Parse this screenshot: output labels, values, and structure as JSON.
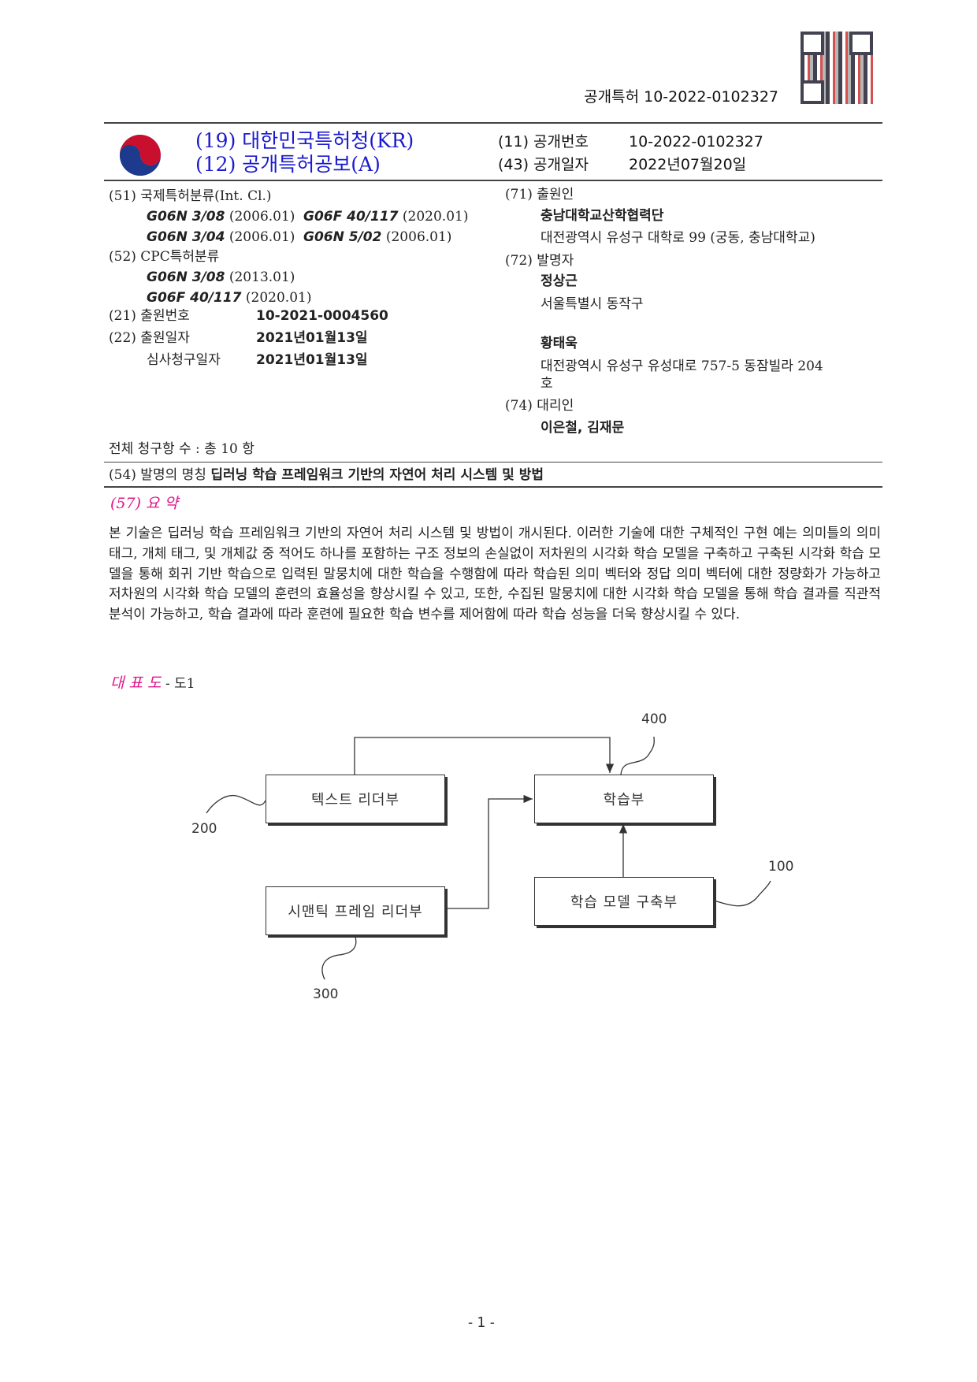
{
  "header": {
    "doc_id": "공개특허  10-2022-0102327"
  },
  "title_block": {
    "office": "(19) 대한민국특허청(KR)",
    "kind": "(12) 공개특허공보(A)",
    "pub_no_label": "(11) 공개번호",
    "pub_no": "10-2022-0102327",
    "pub_date_label": "(43) 공개일자",
    "pub_date": "2022년07월20일"
  },
  "left": {
    "ipc_label": "(51) 국제특허분류(Int. Cl.)",
    "ipc": [
      {
        "code": "G06N 3/08",
        "ver": "(2006.01)"
      },
      {
        "code": "G06F 40/117",
        "ver": "(2020.01)"
      },
      {
        "code": "G06N 3/04",
        "ver": "(2006.01)"
      },
      {
        "code": "G06N 5/02",
        "ver": "(2006.01)"
      }
    ],
    "cpc_label": "(52) CPC특허분류",
    "cpc": [
      {
        "code": "G06N 3/08",
        "ver": "(2013.01)"
      },
      {
        "code": "G06F 40/117",
        "ver": "(2020.01)"
      }
    ],
    "app_no_label": "(21) 출원번호",
    "app_no": "10-2021-0004560",
    "app_date_label": "(22) 출원일자",
    "app_date": "2021년01월13일",
    "exam_label": "심사청구일자",
    "exam_date": "2021년01월13일"
  },
  "right": {
    "applicant_label": "(71) 출원인",
    "applicant": "충남대학교산학협력단",
    "applicant_addr": "대전광역시 유성구 대학로 99 (궁동, 충남대학교)",
    "inventor_label": "(72) 발명자",
    "inventors": [
      {
        "name": "정상근",
        "addr": "서울특별시 동작구"
      },
      {
        "name": "황태욱",
        "addr": "대전광역시 유성구 유성대로 757-5 동잠빌라 204",
        "addr2": "호"
      }
    ],
    "agent_label": "(74) 대리인",
    "agents": "이은철, 김재문"
  },
  "claims": "전체 청구항 수 : 총 10 항",
  "invention": {
    "label": "(54) 발명의 명칭",
    "title": "딥러닝 학습 프레임워크 기반의 자연어 처리 시스템 및 방법"
  },
  "abstract": {
    "label": "(57) 요 약",
    "text": "본 기술은 딥러닝 학습 프레임워크 기반의 자연어 처리 시스템 및 방법이 개시된다. 이러한 기술에 대한 구체적인 구현 예는 의미틀의 의미 태그, 개체 태그, 및 개체값 중 적어도 하나를 포함하는 구조 정보의 손실없이 저차원의 시각화 학습 모델을 구축하고 구축된 시각화 학습 모델을 통해 회귀 기반 학습으로 입력된 말뭉치에 대한 학습을 수행함에 따라 학습된 의미 벡터와 정답 의미 벡터에 대한 정량화가 가능하고 저차원의 시각화 학습 모델의 훈련의 효율성을 향상시킬 수 있고, 또한, 수집된 말뭉치에 대한 시각화 학습 모델을 통해 학습 결과를 직관적 분석이 가능하고, 학습 결과에 따라 훈련에 필요한 학습 변수를 제어함에 따라 학습 성능을 더욱 향상시킬 수 있다."
  },
  "rep_fig": {
    "label": "대 표 도",
    "value": "- 도1"
  },
  "diagram": {
    "text_reader": "텍스트 리더부",
    "learner": "학습부",
    "semantic_reader": "시맨틱 프레임 리더부",
    "model_builder": "학습 모델 구축부",
    "ref_400": "400",
    "ref_200": "200",
    "ref_100": "100",
    "ref_300": "300"
  },
  "page_number": "- 1 -"
}
